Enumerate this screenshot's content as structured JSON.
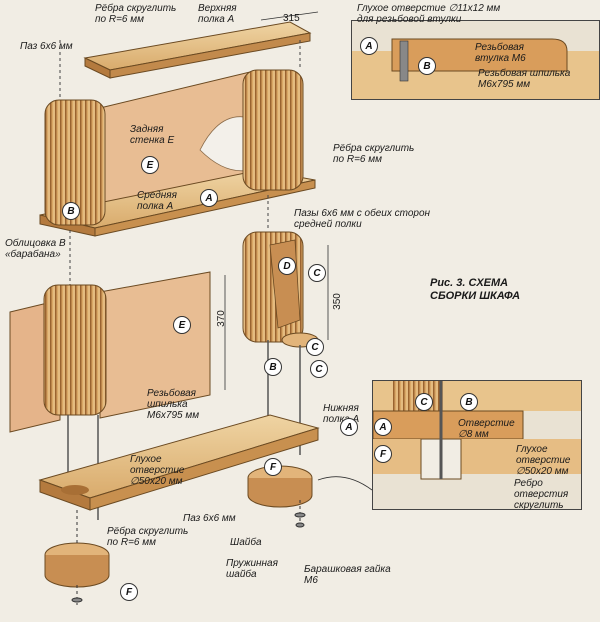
{
  "title": "Рис. 3. СХЕМА\nСБОРКИ ШКАФА",
  "labels": {
    "edge_round_top": "Рёбра скруглить\nпо R=6 мм",
    "groove_top": "Паз 6х6 мм",
    "top_shelf": "Верхняя\nполка А",
    "dim_315": "315",
    "back_wall": "Задняя\nстенка Е",
    "edge_round_right": "Рёбра скруглить\nпо R=6 мм",
    "middle_shelf": "Средняя\nполка А",
    "grooves_both": "Пазы 6х6 мм с обеих сторон\nсредней полки",
    "drum_cladding": "Облицовка В\n«барабана»",
    "dim_370": "370",
    "dim_350": "350",
    "threaded_rod": "Резьбовая\nшпилька\nМ6х795 мм",
    "bottom_shelf": "Нижняя\nполка А",
    "blind_hole": "Глухое\nотверстие\n∅50х20 мм",
    "groove_bottom": "Паз 6х6 мм",
    "edge_round_bottom": "Рёбра скруглить\nпо R=6 мм",
    "washer": "Шайба",
    "spring_washer": "Пружинная\nшайба",
    "wing_nut": "Барашковая гайка\nМ6"
  },
  "inset_top": {
    "caption": "Глухое отверстие ∅11х12 мм\nдля резьбовой втулки",
    "bushing": "Резьбовая\nвтулка М6",
    "rod": "Резьбовая шпилька\nМ6х795 мм"
  },
  "inset_bottom": {
    "hole8": "Отверстие\n∅8 мм",
    "blind_hole": "Глухое\nотверстие\n∅50х20 мм",
    "edge": "Ребро\nотверстия\nскруглить"
  },
  "tags": {
    "A": "A",
    "B": "B",
    "C": "C",
    "D": "D",
    "E": "E",
    "F": "F"
  },
  "colors": {
    "wood_light": "#e7c48c",
    "wood_mid": "#d9a766",
    "wood_dark": "#b77a3d",
    "panel_pink": "#e9b98f",
    "rod": "#555555"
  }
}
